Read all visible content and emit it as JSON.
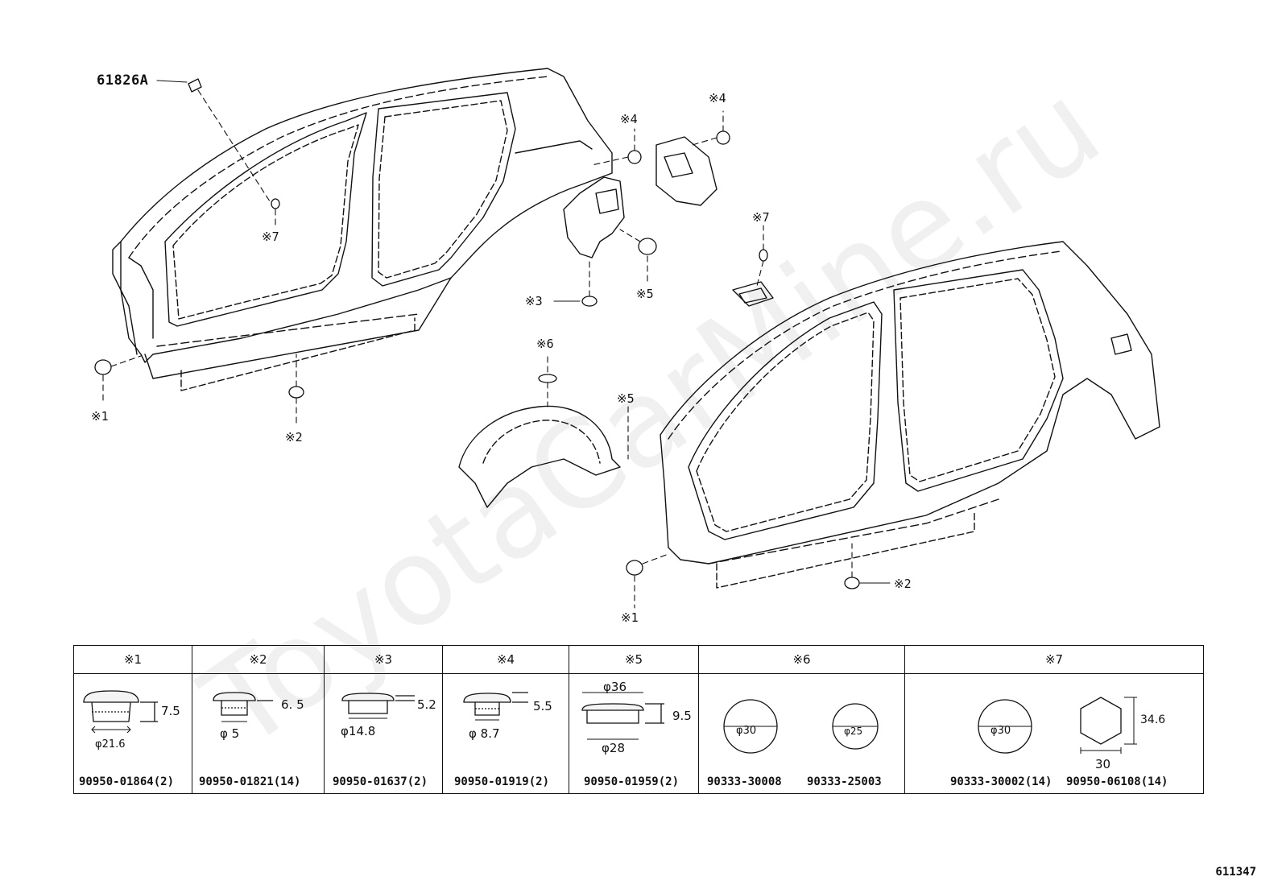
{
  "diagram": {
    "part_label": "61826A",
    "callouts": {
      "c1_left": "※1",
      "c2_left": "※2",
      "c3": "※3",
      "c4_a": "※4",
      "c4_b": "※4",
      "c5_a": "※5",
      "c5_b": "※5",
      "c6": "※6",
      "c7_left": "※7",
      "c7_right": "※7",
      "c1_right": "※1",
      "c2_right": "※2"
    },
    "watermark": "ToyotaCarMine.ru"
  },
  "table": {
    "columns": [
      {
        "head": "※1",
        "part_numbers": [
          "90950-01864(2)"
        ],
        "dims": [
          "7.5",
          "φ21.6"
        ]
      },
      {
        "head": "※2",
        "part_numbers": [
          "90950-01821(14)"
        ],
        "dims": [
          "6. 5",
          "φ 5"
        ]
      },
      {
        "head": "※3",
        "part_numbers": [
          "90950-01637(2)"
        ],
        "dims": [
          "5.2",
          "φ14.8"
        ]
      },
      {
        "head": "※4",
        "part_numbers": [
          "90950-01919(2)"
        ],
        "dims": [
          "5.5",
          "φ 8.7"
        ]
      },
      {
        "head": "※5",
        "part_numbers": [
          "90950-01959(2)"
        ],
        "dims": [
          "φ36",
          "9.5",
          "φ28"
        ]
      },
      {
        "head": "※6",
        "part_numbers": [
          "90333-30008",
          "90333-25003"
        ],
        "dims": [
          "φ30",
          "φ25"
        ]
      },
      {
        "head": "※7",
        "part_numbers": [
          "90333-30002(14)",
          "90950-06108(14)"
        ],
        "dims": [
          "φ30",
          "34.6",
          "30"
        ]
      }
    ]
  },
  "page_code": "611347"
}
